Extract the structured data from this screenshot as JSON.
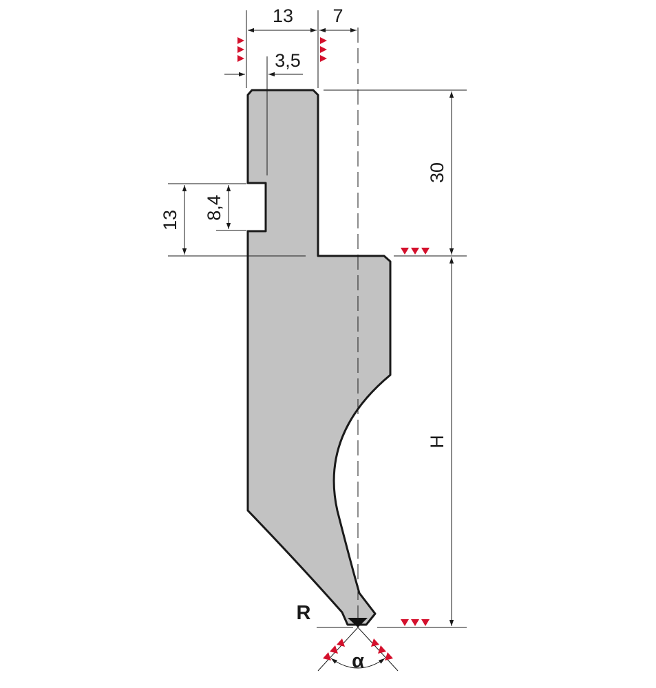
{
  "colors": {
    "profile_fill": "#c2c2c2",
    "outline": "#1a1a1a",
    "marker": "#d4102c",
    "tip": "#111111"
  },
  "dimensions": {
    "top_width": "13",
    "top_offset": "7",
    "slot_offset": "3,5",
    "upper_height": "30",
    "slot_depth_outer": "13",
    "slot_height": "8,4",
    "tool_height": "H",
    "tip_radius": "R",
    "tip_angle": "α"
  }
}
